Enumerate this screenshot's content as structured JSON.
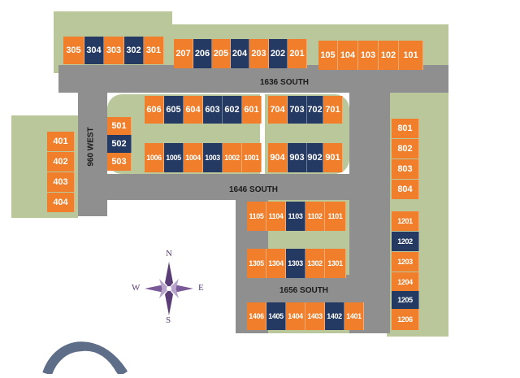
{
  "colors": {
    "unit_a": "#f07e2a",
    "unit_b": "#243a63",
    "road": "#8f8f8f",
    "grass": "#b9c79a"
  },
  "streets": {
    "s1636": "1636 SOUTH",
    "s1646": "1646 SOUTH",
    "s1656": "1656 SOUTH",
    "w960": "960 WEST"
  },
  "compass": {
    "n": "N",
    "s": "S",
    "e": "E",
    "w": "W"
  },
  "units": {
    "u305": "305",
    "u304": "304",
    "u303": "303",
    "u302": "302",
    "u301": "301",
    "u207": "207",
    "u206": "206",
    "u205": "205",
    "u204": "204",
    "u203": "203",
    "u202": "202",
    "u201": "201",
    "u105": "105",
    "u104": "104",
    "u103": "103",
    "u102": "102",
    "u101": "101",
    "u606": "606",
    "u605": "605",
    "u604": "604",
    "u603": "603",
    "u602": "602",
    "u601": "601",
    "u704": "704",
    "u703": "703",
    "u702": "702",
    "u701": "701",
    "u501": "501",
    "u502": "502",
    "u503": "503",
    "u1006": "1006",
    "u1005": "1005",
    "u1004": "1004",
    "u1003": "1003",
    "u1002": "1002",
    "u1001": "1001",
    "u904": "904",
    "u903": "903",
    "u902": "902",
    "u901": "901",
    "u401": "401",
    "u402": "402",
    "u403": "403",
    "u404": "404",
    "u801": "801",
    "u802": "802",
    "u803": "803",
    "u804": "804",
    "u1105": "1105",
    "u1104": "1104",
    "u1103": "1103",
    "u1102": "1102",
    "u1101": "1101",
    "u1305": "1305",
    "u1304": "1304",
    "u1303": "1303",
    "u1302": "1302",
    "u1301": "1301",
    "u1201": "1201",
    "u1202": "1202",
    "u1203": "1203",
    "u1204": "1204",
    "u1205": "1205",
    "u1206": "1206",
    "u1406": "1406",
    "u1405": "1405",
    "u1404": "1404",
    "u1403": "1403",
    "u1402": "1402",
    "u1401": "1401"
  }
}
